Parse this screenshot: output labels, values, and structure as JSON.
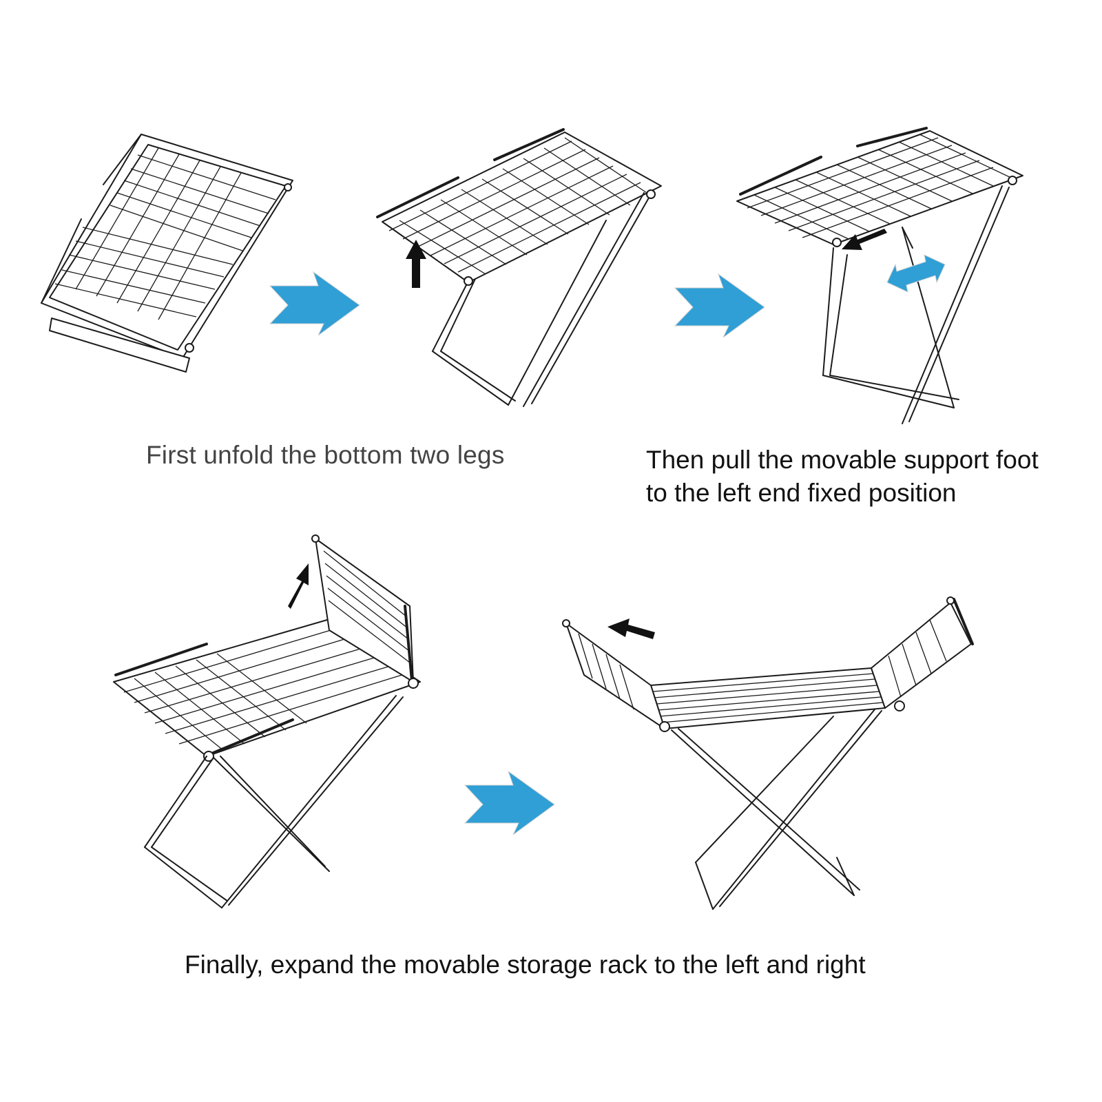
{
  "captions": {
    "step1": "First unfold the bottom two legs",
    "step2_line1": "Then pull the movable support foot",
    "step2_line2": "to the left end fixed position",
    "step3": "Finally, expand the movable storage rack to the left and right"
  },
  "colors": {
    "accent_arrow": "#2f9fd6",
    "direction_arrow": "#111111",
    "line_art": "#1b1b1b"
  },
  "icons": {
    "step_arrow": "blue-right-arrow-icon",
    "push_arrow": "black-arrow-icon",
    "slide_arrow": "blue-double-arrow-icon"
  }
}
